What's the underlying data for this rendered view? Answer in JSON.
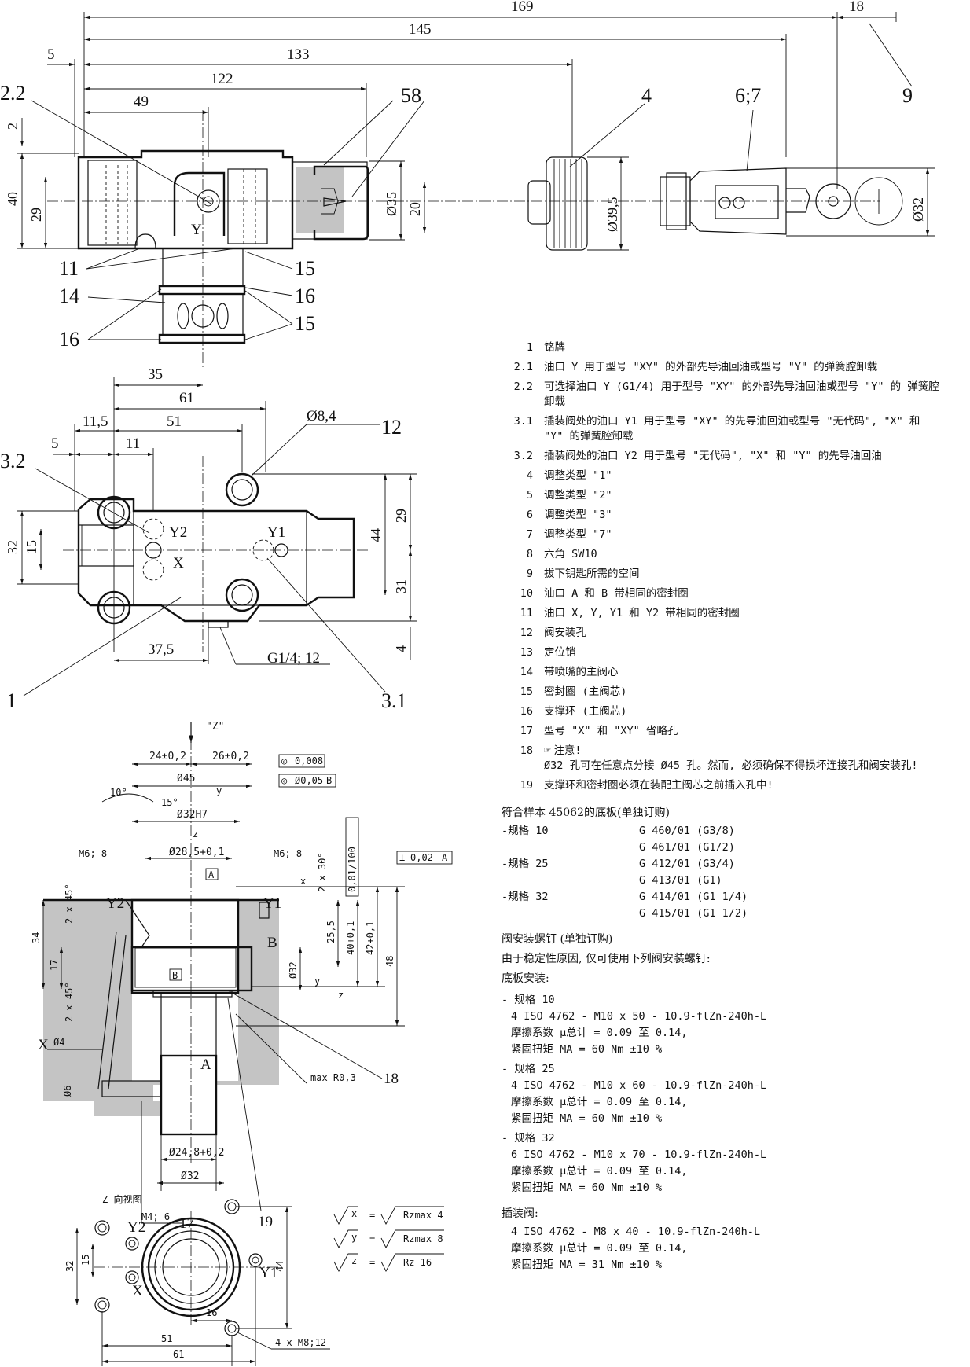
{
  "top_view": {
    "dims": [
      "169",
      "18",
      "145",
      "133",
      "5",
      "122",
      "49",
      "2.2",
      "58",
      "4",
      "6;7",
      "9",
      "2",
      "40",
      "29",
      "Ø35",
      "20",
      "Ø39,5",
      "Ø32",
      "11",
      "15",
      "16",
      "14",
      "16",
      "15",
      "Y"
    ]
  },
  "mid_view": {
    "dims": [
      "35",
      "61",
      "11,5",
      "51",
      "Ø8,4",
      "12",
      "5",
      "11",
      "3.2",
      "Y2",
      "Y1",
      "X",
      "32",
      "15",
      "44",
      "29",
      "31",
      "4",
      "37,5",
      "G1/4; 12",
      "1",
      "3.1"
    ]
  },
  "section_view": {
    "dims": [
      "\"Z\"",
      "24±0,2",
      "26±0,2",
      "0,008",
      "Ø0,05",
      "B",
      "Ø45",
      "y",
      "10°",
      "15°",
      "Ø32H7",
      "z",
      "Ø28,5+0,1",
      "M6; 8",
      "M6; 8",
      "0,01/100",
      "0,02",
      "A",
      "x",
      "2 x 30°",
      "Y2",
      "Y1",
      "A",
      "B",
      "25,5",
      "40+0,1",
      "42+0,1",
      "48",
      "34",
      "17",
      "2 x 45°",
      "2 x 45°",
      "Ø32",
      "B",
      "y",
      "z",
      "X",
      "Ø4",
      "Ø6",
      "A",
      "max R0,3",
      "18",
      "Ø24,8+0,2",
      "Ø32",
      "M4; 6",
      "17",
      "19"
    ]
  },
  "z_view": {
    "title": "Z 向视图",
    "dims": [
      "Y2",
      "X",
      "Y1",
      "32",
      "15",
      "44",
      "16",
      "51",
      "61",
      "4 x M8;12"
    ]
  },
  "surface_symbols": [
    {
      "sym": "x",
      "value": "Rzmax 4"
    },
    {
      "sym": "y",
      "value": "Rzmax 8"
    },
    {
      "sym": "z",
      "value": "Rz 16"
    }
  ],
  "legend": [
    {
      "num": "1",
      "text": "铭牌"
    },
    {
      "num": "2.1",
      "text": "油口 Y 用于型号 \"XY\" 的外部先导油回油或型号 \"Y\" 的弹簧腔卸载"
    },
    {
      "num": "2.2",
      "text": "可选择油口 Y (G1/4) 用于型号 \"XY\" 的外部先导油回油或型号 \"Y\" 的 弹簧腔卸载"
    },
    {
      "num": "3.1",
      "text": "插装阀处的油口 Y1 用于型号 \"XY\" 的先导油回油或型号 \"无代码\", \"X\" 和 \"Y\" 的弹簧腔卸载"
    },
    {
      "num": "3.2",
      "text": "插装阀处的油口 Y2 用于型号 \"无代码\", \"X\" 和 \"Y\" 的先导油回油"
    },
    {
      "num": "4",
      "text": "调整类型 \"1\""
    },
    {
      "num": "5",
      "text": "调整类型 \"2\""
    },
    {
      "num": "6",
      "text": "调整类型 \"3\""
    },
    {
      "num": "7",
      "text": "调整类型 \"7\""
    },
    {
      "num": "8",
      "text": "六角 SW10"
    },
    {
      "num": "9",
      "text": "拔下钥匙所需的空间"
    },
    {
      "num": "10",
      "text": "油口 A 和 B 带相同的密封圈"
    },
    {
      "num": "11",
      "text": "油口 X, Y, Y1 和 Y2 带相同的密封圈"
    },
    {
      "num": "12",
      "text": "阀安装孔"
    },
    {
      "num": "13",
      "text": "定位销"
    },
    {
      "num": "14",
      "text": "带喷嘴的主阀心"
    },
    {
      "num": "15",
      "text": "密封圈 (主阀芯)"
    },
    {
      "num": "16",
      "text": "支撑环 (主阀芯)"
    },
    {
      "num": "17",
      "text": "型号 \"X\" 和 \"XY\" 省略孔"
    },
    {
      "num": "18",
      "text": "注意!",
      "text2": "Ø32 孔可在任意点分接 Ø45 孔。然而, 必须确保不得损坏连接孔和阀安装孔!"
    },
    {
      "num": "19",
      "text": "支撑环和密封圈必须在装配主阀芯之前插入孔中!"
    }
  ],
  "subplate": {
    "title": "符合样本 45062的底板(单独订购)",
    "rows": [
      {
        "size": "-规格 10",
        "parts": [
          "G 460/01 (G3/8)",
          "G 461/01 (G1/2)"
        ]
      },
      {
        "size": "-规格 25",
        "parts": [
          "G 412/01 (G3/4)",
          "G 413/01 (G1)"
        ]
      },
      {
        "size": "-规格 32",
        "parts": [
          "G 414/01 (G1 1/4)",
          "G 415/01 (G1 1/2)"
        ]
      }
    ]
  },
  "screws": {
    "title": "阀安装螺钉 (单独订购)",
    "intro": "由于稳定性原因, 仅可使用下列阀安装螺钉:",
    "base_label": "底板安装:",
    "groups": [
      {
        "size": "- 规格 10",
        "spec": "4 ISO 4762 - M10 x 50 - 10.9-flZn-240h-L",
        "friction": "摩擦系数 μ总计 = 0.09 至 0.14,",
        "torque": "紧固扭矩 MA = 60 Nm ±10 %"
      },
      {
        "size": "- 规格 25",
        "spec": "4 ISO 4762 - M10 x 60 - 10.9-flZn-240h-L",
        "friction": "摩擦系数 μ总计 = 0.09 至 0.14,",
        "torque": "紧固扭矩 MA = 60 Nm ±10 %"
      },
      {
        "size": "- 规格 32",
        "spec": "6 ISO 4762 - M10 x 70 - 10.9-flZn-240h-L",
        "friction": "摩擦系数 μ总计 = 0.09 至 0.14,",
        "torque": "紧固扭矩 MA = 60 Nm ±10 %"
      }
    ],
    "cartridge_label": "插装阀:",
    "cartridge": {
      "spec": "4 ISO 4762 - M8 x 40 - 10.9-flZn-240h-L",
      "friction": "摩擦系数 μ总计 = 0.09 至 0.14,",
      "torque": "紧固扭矩 MA = 31 Nm ±10 %"
    }
  }
}
